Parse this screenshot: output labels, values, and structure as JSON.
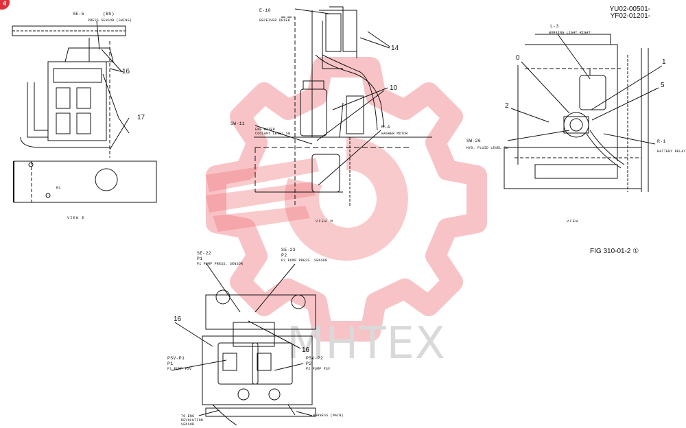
{
  "header": {
    "doc_code_line1": "YU02-00501-",
    "doc_code_line2": "YF02-01201-",
    "figure_label": "FIG 310-01-2 ①"
  },
  "corner_badge": "4",
  "watermark": {
    "text": "MHTEX",
    "color": "#f07a80"
  },
  "view_e": {
    "caption": "VIEW E",
    "callouts": [
      {
        "code": "SE-5",
        "sub": "(BS)",
        "desc": "PRESS SENSOR (SWING)"
      },
      {
        "num": "16"
      },
      {
        "num": "17"
      },
      {
        "num": "B1"
      }
    ]
  },
  "view_m": {
    "caption": "VIEW M",
    "callouts": [
      {
        "code": "E-10",
        "desc": "RECEIVER DRIER"
      },
      {
        "num": "14"
      },
      {
        "num": "10"
      },
      {
        "code": "SW-11",
        "desc": "ENG WATER COOLANT LEVEL SW"
      },
      {
        "code": "M-4",
        "desc": "WASHER MOTOR"
      }
    ]
  },
  "view_right": {
    "caption": "VIEW",
    "callouts": [
      {
        "code": "L-3",
        "desc": "WORKING LIGHT RIGHT"
      },
      {
        "num": "0"
      },
      {
        "num": "1"
      },
      {
        "num": "5"
      },
      {
        "num": "2"
      },
      {
        "code": "SW-26",
        "desc": "HYD. FLUID LEVEL SW"
      },
      {
        "code": "R-1",
        "desc": "BATTERY RELAY"
      }
    ]
  },
  "view_pump": {
    "callouts": [
      {
        "code": "SE-22",
        "sub": "P1",
        "desc": "P1 PUMP PRESS. SENSOR"
      },
      {
        "code": "SE-23",
        "sub": "P2",
        "desc": "P2 PUMP PRESS. SENSOR"
      },
      {
        "num": "16"
      },
      {
        "num": "16"
      },
      {
        "code": "PSV-P1",
        "sub": "P1",
        "desc": "P1 PUMP PSV"
      },
      {
        "code": "PSV-P2",
        "sub": "P2",
        "desc": "P2 PUMP PSV"
      },
      {
        "desc": "TO ENG REVOLUTION SENSOR"
      },
      {
        "desc": "HARNESS (MAIN)"
      }
    ]
  }
}
